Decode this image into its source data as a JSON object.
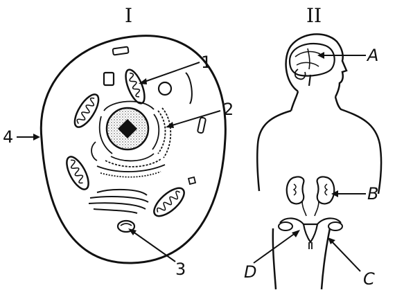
{
  "panels": {
    "cell": {
      "title": "I",
      "labels": {
        "one": "1",
        "two": "2",
        "three": "3",
        "four": "4"
      }
    },
    "human": {
      "title": "II",
      "labels": {
        "a": "A",
        "b": "B",
        "c": "C",
        "d": "D"
      }
    }
  },
  "colors": {
    "ink": "#111111",
    "stipple": "#888888",
    "background": "#ffffff"
  }
}
